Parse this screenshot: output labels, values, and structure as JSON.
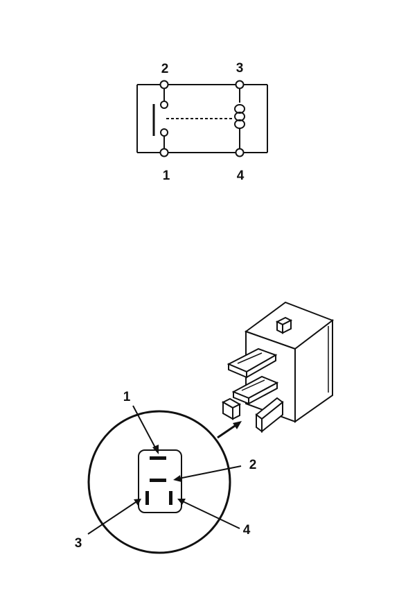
{
  "schematic": {
    "terminals": [
      "2",
      "3",
      "1",
      "4"
    ]
  },
  "connector_view": {
    "callouts": [
      "1",
      "2",
      "3",
      "4"
    ]
  },
  "colors": {
    "ink": "#111111",
    "background": "#ffffff"
  }
}
